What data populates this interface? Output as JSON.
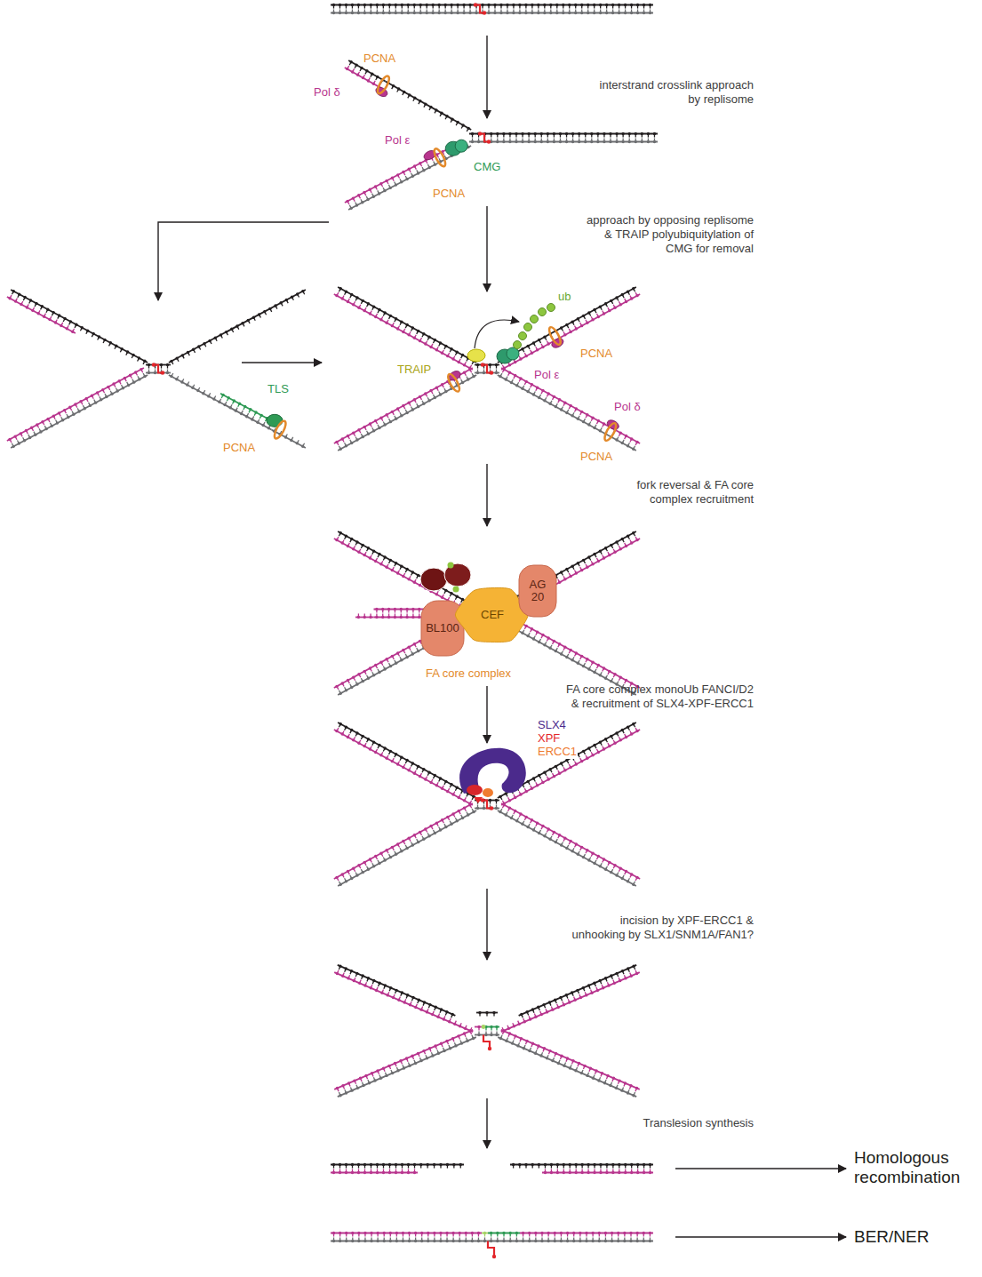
{
  "diagram": {
    "nodes": [
      {
        "text": [
          "BL100"
        ]
      },
      {
        "text": [
          "CEF"
        ]
      },
      {
        "text": [
          "AG 20"
        ]
      }
    ],
    "labels": [
      "interstrand crosslink approach by replisome",
      "PCNA",
      "Pol δ",
      "Pol ε",
      "CMG",
      "PCNA",
      "approach by opposing replisome & TRAIP polyubiquitylation of CMG for removal",
      "TLS",
      "PCNA",
      "TRAIP",
      "ub",
      "PCNA",
      "Pol ε",
      "Pol δ",
      "PCNA",
      "fork reversal & FA core complex recruitment",
      "FA core complex",
      "FA core complex monoUb FANCI/D2 & recruitment of SLX4-XPF-ERCC1",
      "SLX4",
      "XPF",
      "ERCC1",
      "incision by XPF-ERCC1 & unhooking by SLX1/SNM1A/FAN1?",
      "Translesion synthesis",
      "Homologous recombination",
      "BER/NER"
    ]
  }
}
